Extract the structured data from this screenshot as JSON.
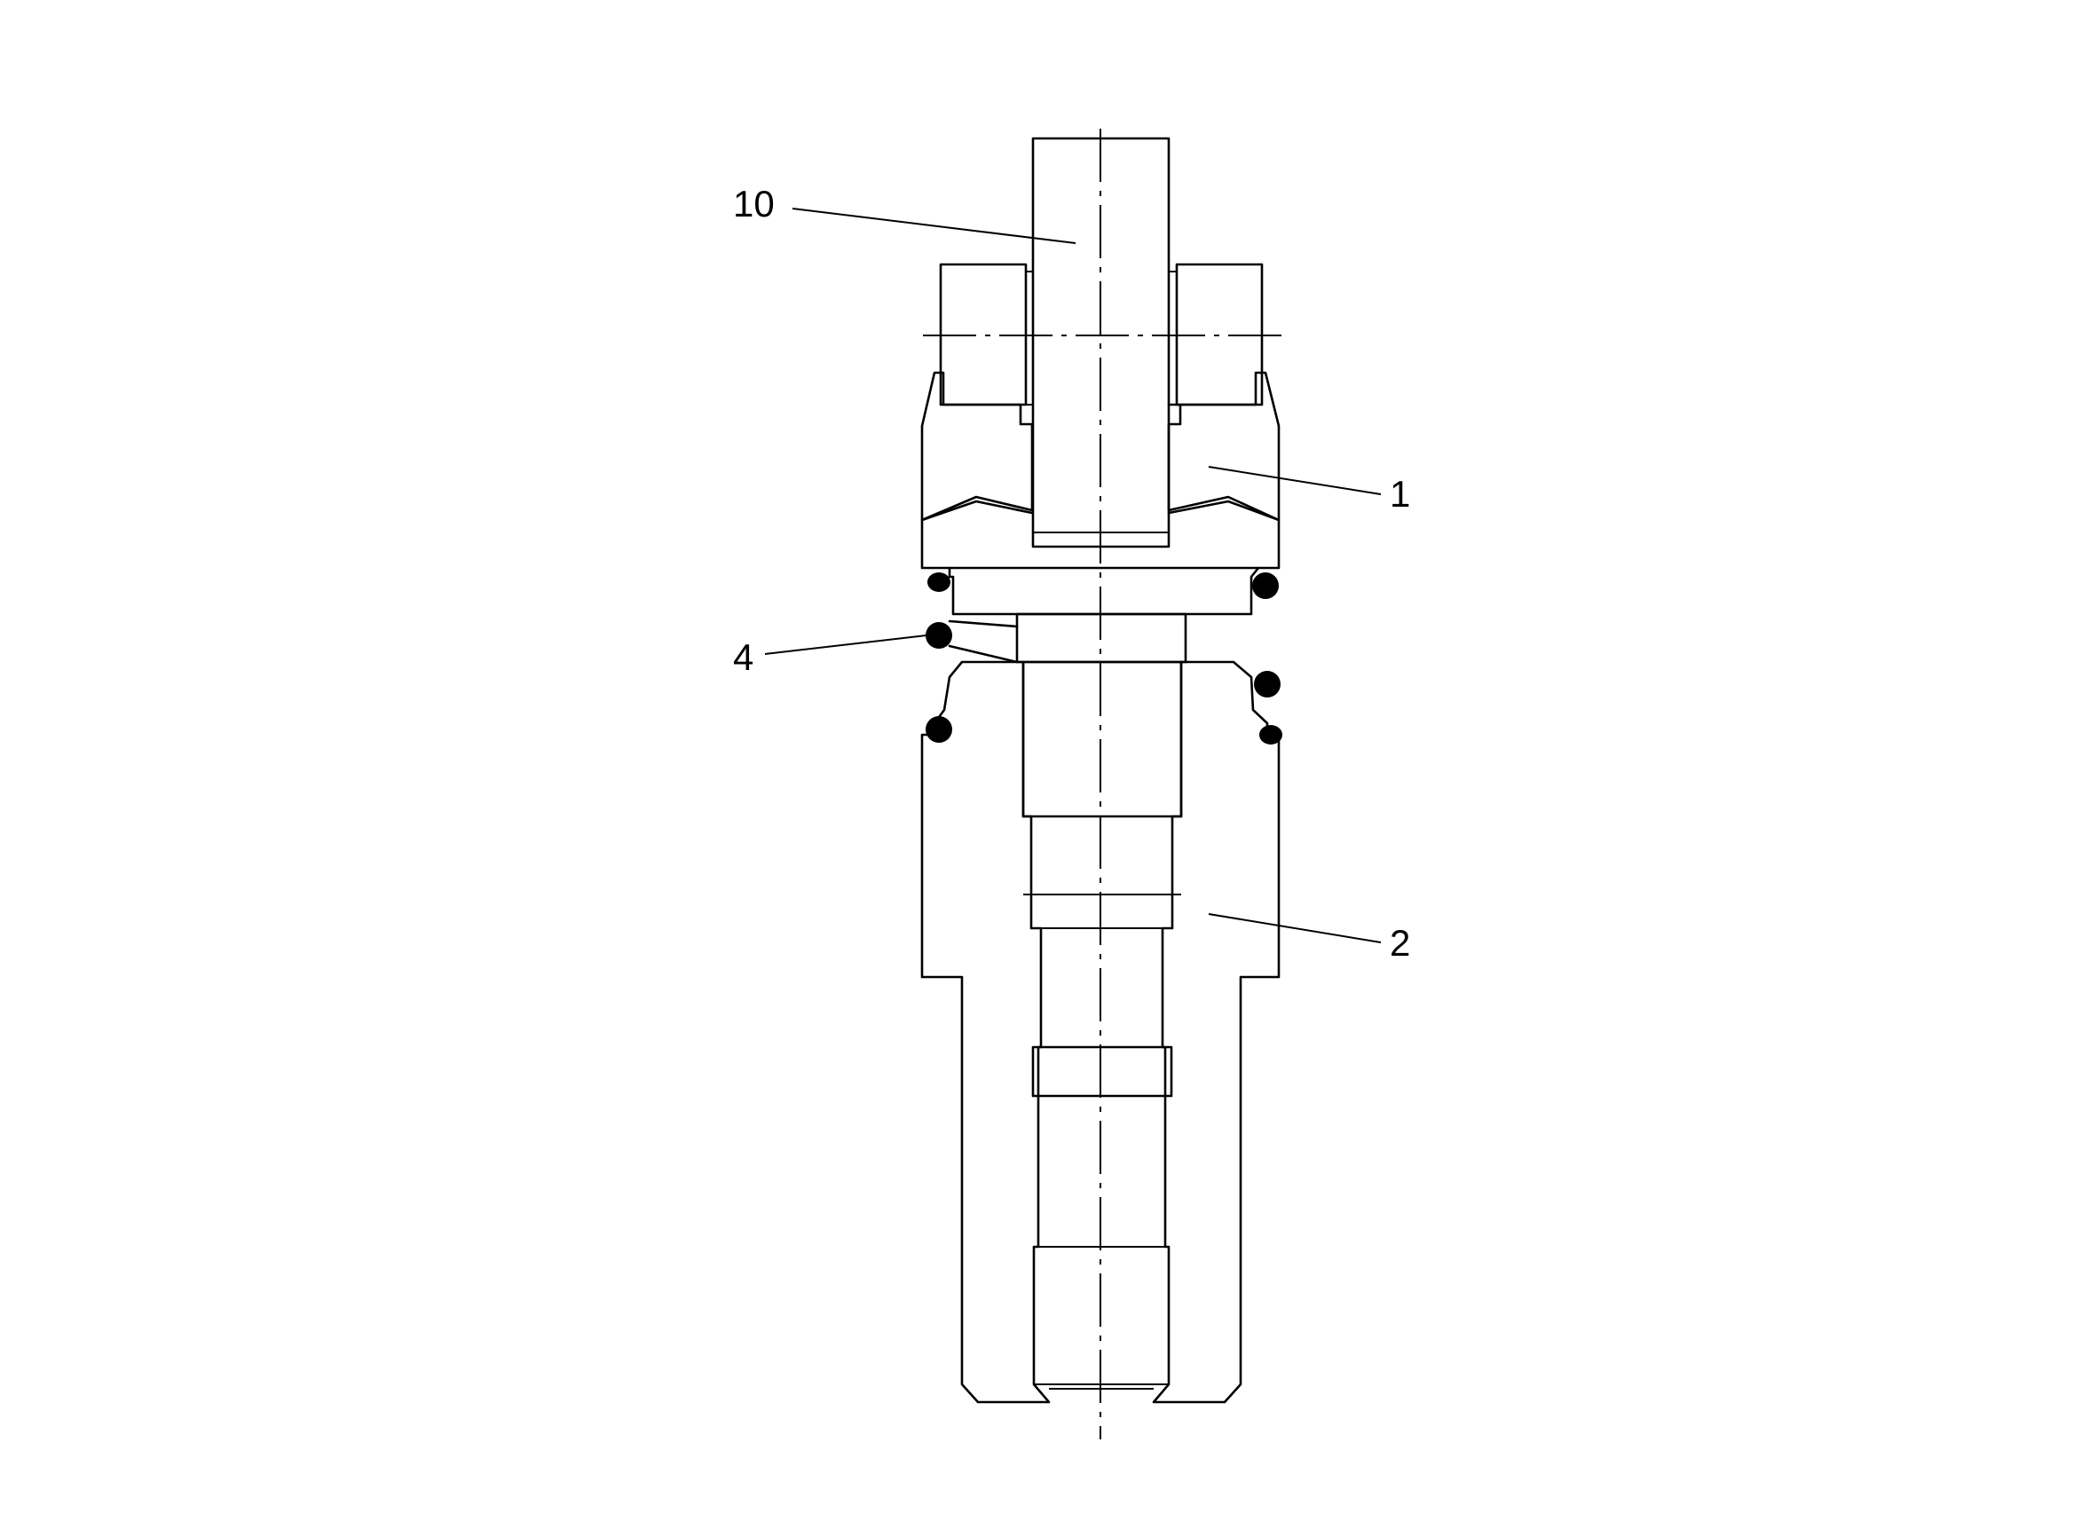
{
  "drawing": {
    "callouts": [
      {
        "id": "10",
        "label": "10"
      },
      {
        "id": "1",
        "label": "1"
      },
      {
        "id": "4",
        "label": "4"
      },
      {
        "id": "2",
        "label": "2"
      }
    ]
  }
}
